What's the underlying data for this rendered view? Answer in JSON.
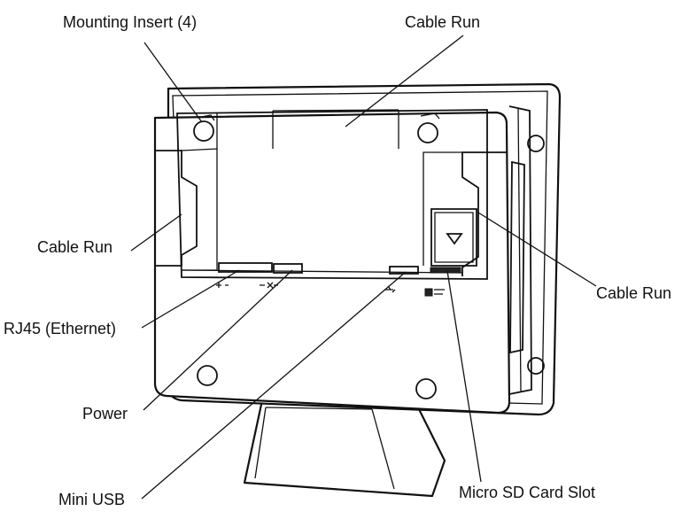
{
  "labels": {
    "mounting_insert": "Mounting Insert (4)",
    "cable_run_top": "Cable Run",
    "cable_run_left": "Cable Run",
    "cable_run_right": "Cable Run",
    "rj45": "RJ45 (Ethernet)",
    "power": "Power",
    "mini_usb": "Mini USB",
    "micro_sd": "Micro SD Card Slot"
  },
  "colors": {
    "line": "#111111",
    "background": "#ffffff"
  },
  "icons": [
    "ethernet-icon",
    "power-plug-icon",
    "usb-icon",
    "micro-sd-logo-icon",
    "eject-arrow-icon"
  ]
}
